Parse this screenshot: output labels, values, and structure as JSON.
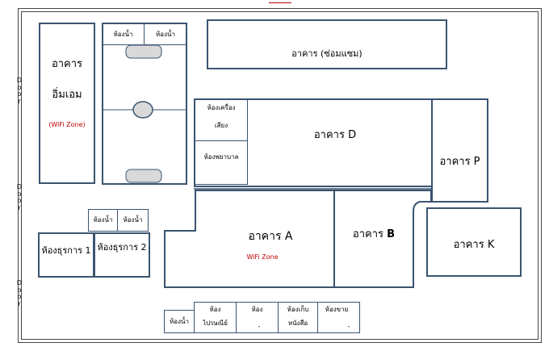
{
  "doors": {
    "letters": [
      "D",
      "o",
      "o",
      "r"
    ]
  },
  "left_building": {
    "line1": "อาคาร",
    "line2": "อิ่มเอม",
    "wifi": "(WiFi Zone)"
  },
  "field": {
    "restroom_left": "ห้องน้ำ",
    "restroom_right": "ห้องน้ำ"
  },
  "top_building": {
    "label": "อาคาร (ซ่อมแซม)"
  },
  "building_d": {
    "label": "อาคาร D",
    "room_audio_line1": "ห้องเครื่อง",
    "room_audio_line2": "เสียง",
    "room_nurse": "ห้องพยาบาล"
  },
  "building_p": {
    "label": "อาคาร P"
  },
  "building_a": {
    "label": "อาคาร A",
    "wifi": "WiFi  Zone"
  },
  "building_b": {
    "label_prefix": "อาคาร ",
    "label_letter": "B"
  },
  "building_k": {
    "label": "อาคาร K"
  },
  "small_restrooms": {
    "left": "ห้องน้ำ",
    "right": "ห้องน้ำ"
  },
  "business_rooms": {
    "room1": "ห้องธุรการ 1",
    "room2": "ห้องธุรการ 2"
  },
  "bottom_rooms": {
    "restroom": "ห้องน้ำ",
    "post_line1": "ห้อง",
    "post_line2": "ไปรษณีย์",
    "room_line1": "ห้อง",
    "room_line2": "-",
    "storage_line1": "ห้องเก็บ",
    "storage_line2": "หนังสือ",
    "shop_line1": "ห้องขาย",
    "shop_line2": "-"
  }
}
